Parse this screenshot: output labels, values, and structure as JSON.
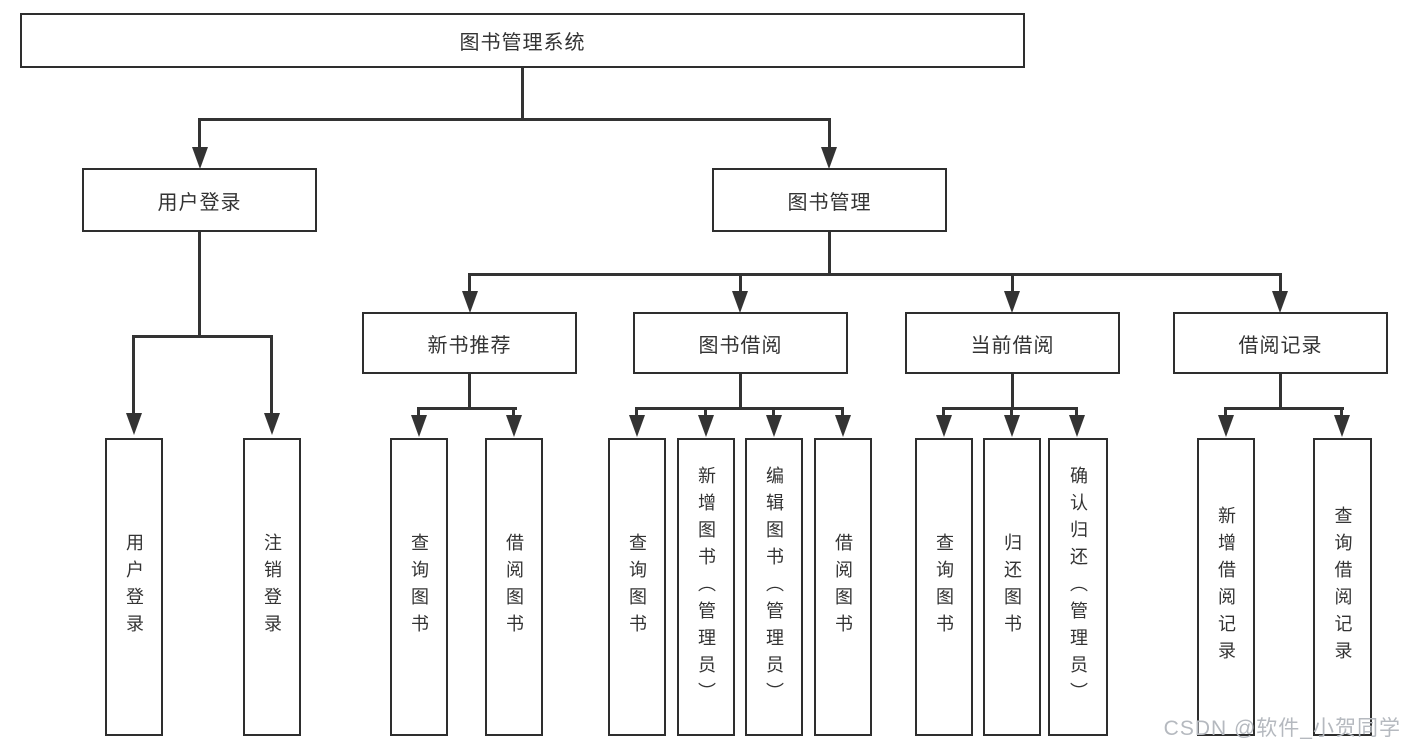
{
  "diagram": {
    "title": "图书管理系统",
    "level2": [
      "用户登录",
      "图书管理"
    ],
    "level3": [
      "新书推荐",
      "图书借阅",
      "当前借阅",
      "借阅记录"
    ],
    "leaves": {
      "user": [
        "用户登录",
        "注销登录"
      ],
      "newbook": [
        "查询图书",
        "借阅图书"
      ],
      "borrow": [
        "查询图书",
        "新增图书（管理员）",
        "编辑图书（管理员）",
        "借阅图书"
      ],
      "current": [
        "查询图书",
        "归还图书",
        "确认归还（管理员）"
      ],
      "records": [
        "新增借阅记录",
        "查询借阅记录"
      ]
    },
    "colors": {
      "line": "#333333",
      "box_border": "#2e2e2e",
      "box_fill": "#ffffff",
      "text": "#333333",
      "background": "#ffffff",
      "watermark": "#b5b9bf"
    }
  },
  "watermark": {
    "text": "CSDN @软件_小贺同学"
  }
}
